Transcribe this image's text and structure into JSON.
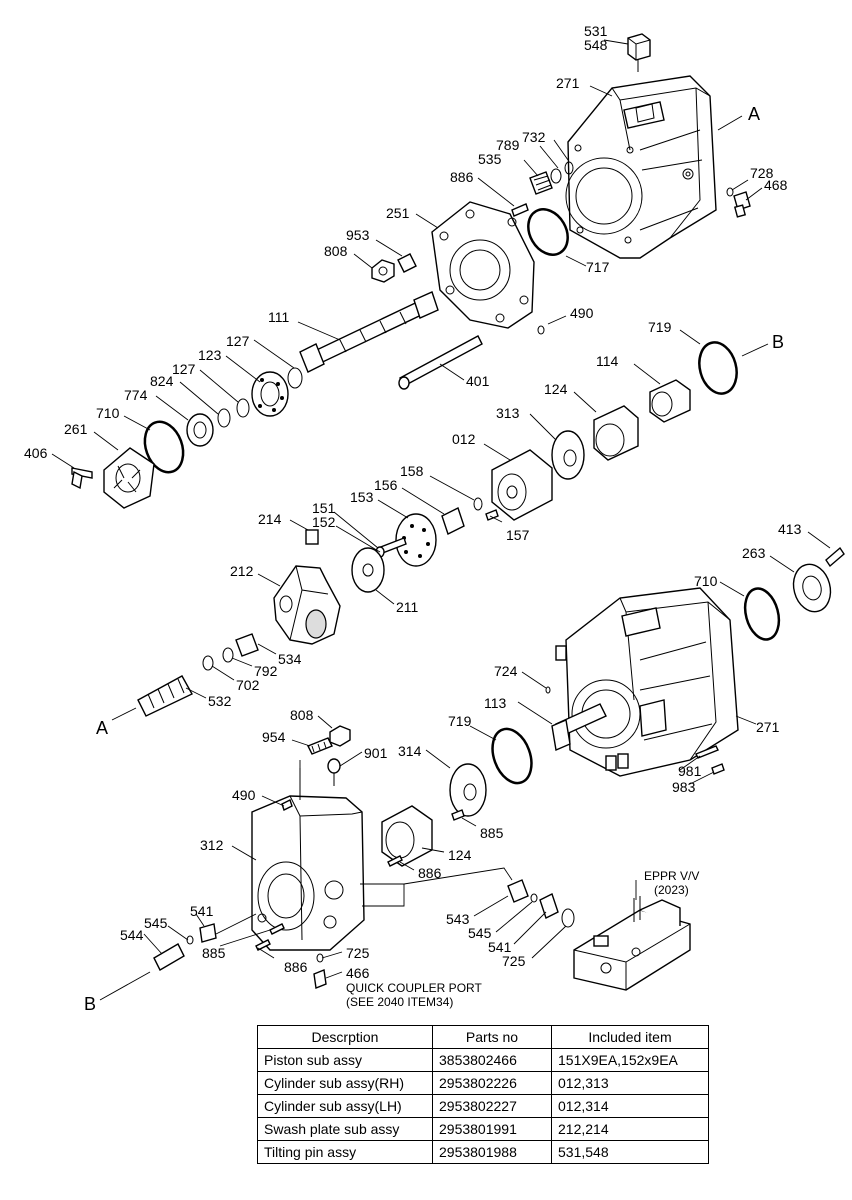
{
  "callouts": [
    {
      "id": "c531",
      "text": "531"
    },
    {
      "id": "c548",
      "text": "548"
    },
    {
      "id": "c271a",
      "text": "271"
    },
    {
      "id": "c789",
      "text": "789"
    },
    {
      "id": "c732",
      "text": "732"
    },
    {
      "id": "c535",
      "text": "535"
    },
    {
      "id": "c886a",
      "text": "886"
    },
    {
      "id": "c728",
      "text": "728"
    },
    {
      "id": "c468",
      "text": "468"
    },
    {
      "id": "c251",
      "text": "251"
    },
    {
      "id": "c953",
      "text": "953"
    },
    {
      "id": "c808a",
      "text": "808"
    },
    {
      "id": "c717",
      "text": "717"
    },
    {
      "id": "c490a",
      "text": "490"
    },
    {
      "id": "c111",
      "text": "111"
    },
    {
      "id": "c719a",
      "text": "719"
    },
    {
      "id": "c127a",
      "text": "127"
    },
    {
      "id": "c114",
      "text": "114"
    },
    {
      "id": "c123",
      "text": "123"
    },
    {
      "id": "c127b",
      "text": "127"
    },
    {
      "id": "c824",
      "text": "824"
    },
    {
      "id": "c774",
      "text": "774"
    },
    {
      "id": "c401",
      "text": "401"
    },
    {
      "id": "c124a",
      "text": "124"
    },
    {
      "id": "c710a",
      "text": "710"
    },
    {
      "id": "c313",
      "text": "313"
    },
    {
      "id": "c261",
      "text": "261"
    },
    {
      "id": "c012",
      "text": "012"
    },
    {
      "id": "c406",
      "text": "406"
    },
    {
      "id": "c158",
      "text": "158"
    },
    {
      "id": "c156",
      "text": "156"
    },
    {
      "id": "c153",
      "text": "153"
    },
    {
      "id": "c151",
      "text": "151"
    },
    {
      "id": "c152",
      "text": "152"
    },
    {
      "id": "c214",
      "text": "214"
    },
    {
      "id": "c157",
      "text": "157"
    },
    {
      "id": "c413",
      "text": "413"
    },
    {
      "id": "c263",
      "text": "263"
    },
    {
      "id": "c212",
      "text": "212"
    },
    {
      "id": "c211",
      "text": "211"
    },
    {
      "id": "c710b",
      "text": "710"
    },
    {
      "id": "c534",
      "text": "534"
    },
    {
      "id": "c792",
      "text": "792"
    },
    {
      "id": "c702",
      "text": "702"
    },
    {
      "id": "c724",
      "text": "724"
    },
    {
      "id": "c532",
      "text": "532"
    },
    {
      "id": "c113",
      "text": "113"
    },
    {
      "id": "c271b",
      "text": "271"
    },
    {
      "id": "c808b",
      "text": "808"
    },
    {
      "id": "c719b",
      "text": "719"
    },
    {
      "id": "c954",
      "text": "954"
    },
    {
      "id": "c901",
      "text": "901"
    },
    {
      "id": "c314",
      "text": "314"
    },
    {
      "id": "c981",
      "text": "981"
    },
    {
      "id": "c983",
      "text": "983"
    },
    {
      "id": "c490b",
      "text": "490"
    },
    {
      "id": "c885a",
      "text": "885"
    },
    {
      "id": "c312",
      "text": "312"
    },
    {
      "id": "c124b",
      "text": "124"
    },
    {
      "id": "c886b",
      "text": "886"
    },
    {
      "id": "c541a",
      "text": "541"
    },
    {
      "id": "c545a",
      "text": "545"
    },
    {
      "id": "c544",
      "text": "544"
    },
    {
      "id": "c885b",
      "text": "885"
    },
    {
      "id": "c543",
      "text": "543"
    },
    {
      "id": "c545b",
      "text": "545"
    },
    {
      "id": "c541b",
      "text": "541"
    },
    {
      "id": "c725a",
      "text": "725"
    },
    {
      "id": "c725b",
      "text": "725"
    },
    {
      "id": "c886c",
      "text": "886"
    },
    {
      "id": "c466",
      "text": "466"
    }
  ],
  "markers": {
    "a_top": "A",
    "b_top": "B",
    "a_left": "A",
    "b_bottom": "B"
  },
  "notes": {
    "eppr_line1": "EPPR V/V",
    "eppr_line2": "(2023)",
    "coupler_line1": "QUICK COUPLER PORT",
    "coupler_line2": "(SEE 2040 ITEM34)"
  },
  "table": {
    "headers": [
      "Descrption",
      "Parts no",
      "Included item"
    ],
    "rows": [
      [
        "Piston sub assy",
        "3853802466",
        "151X9EA,152x9EA"
      ],
      [
        "Cylinder sub assy(RH)",
        "2953802226",
        "012,313"
      ],
      [
        "Cylinder sub assy(LH)",
        "2953802227",
        "012,314"
      ],
      [
        "Swash plate sub assy",
        "2953801991",
        "212,214"
      ],
      [
        "Tilting pin assy",
        "2953801988",
        "531,548"
      ]
    ]
  }
}
